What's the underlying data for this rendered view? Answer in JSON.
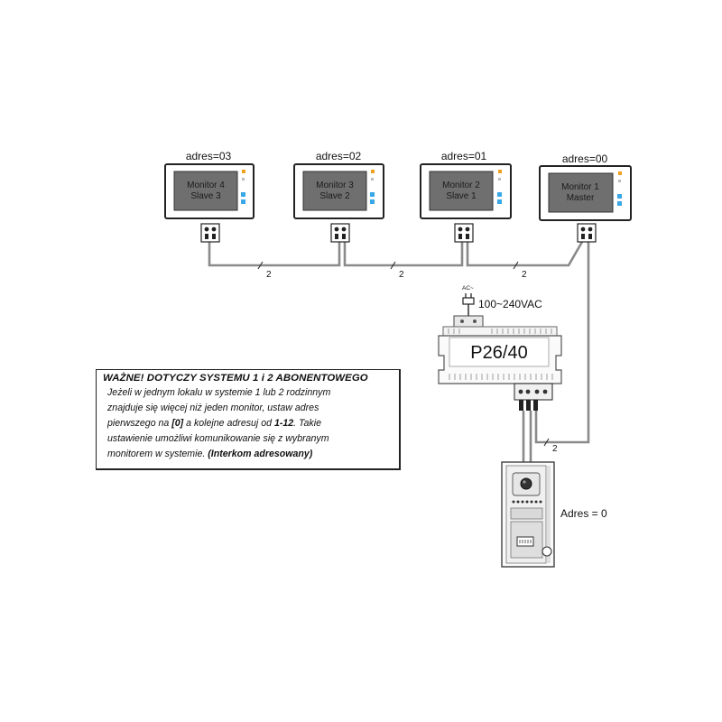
{
  "monitors": [
    {
      "address": "adres=03",
      "line1": "Monitor 4",
      "line2": "Slave 3"
    },
    {
      "address": "adres=02",
      "line1": "Monitor 3",
      "line2": "Slave 2"
    },
    {
      "address": "adres=01",
      "line1": "Monitor 2",
      "line2": "Slave 1"
    },
    {
      "address": "adres=00",
      "line1": "Monitor 1",
      "line2": "Master"
    }
  ],
  "wire_label": "2",
  "power": {
    "ac_symbol": "AC~",
    "voltage": "100~240VAC"
  },
  "power_supply": {
    "model": "P26/40"
  },
  "door_station": {
    "address_label": "Adres = 0"
  },
  "note": {
    "title": "WAŻNE! DOTYCZY SYSTEMU 1 i 2 ABONENTOWEGO",
    "line1": "Jeżeli w jednym lokalu w systemie 1 lub 2 rodzinnym",
    "line2": "znajduje się więcej niż jeden monitor, ustaw adres",
    "line3_a": "pierwszego na ",
    "line3_b": "[0]",
    "line3_c": " a kolejne adresuj od ",
    "line3_d": "1-12",
    "line3_e": ". Takie",
    "line4": "ustawienie umożliwi komunikowanie się z wybranym",
    "line5_a": "monitorem w systemie. ",
    "line5_b": "(Interkom adresowany)"
  },
  "colors": {
    "wire": "#8a8a8a",
    "outline": "#222222",
    "screen": "#6f6f6f",
    "accent_orange": "#f0a020",
    "accent_blue": "#3aa7e6"
  }
}
